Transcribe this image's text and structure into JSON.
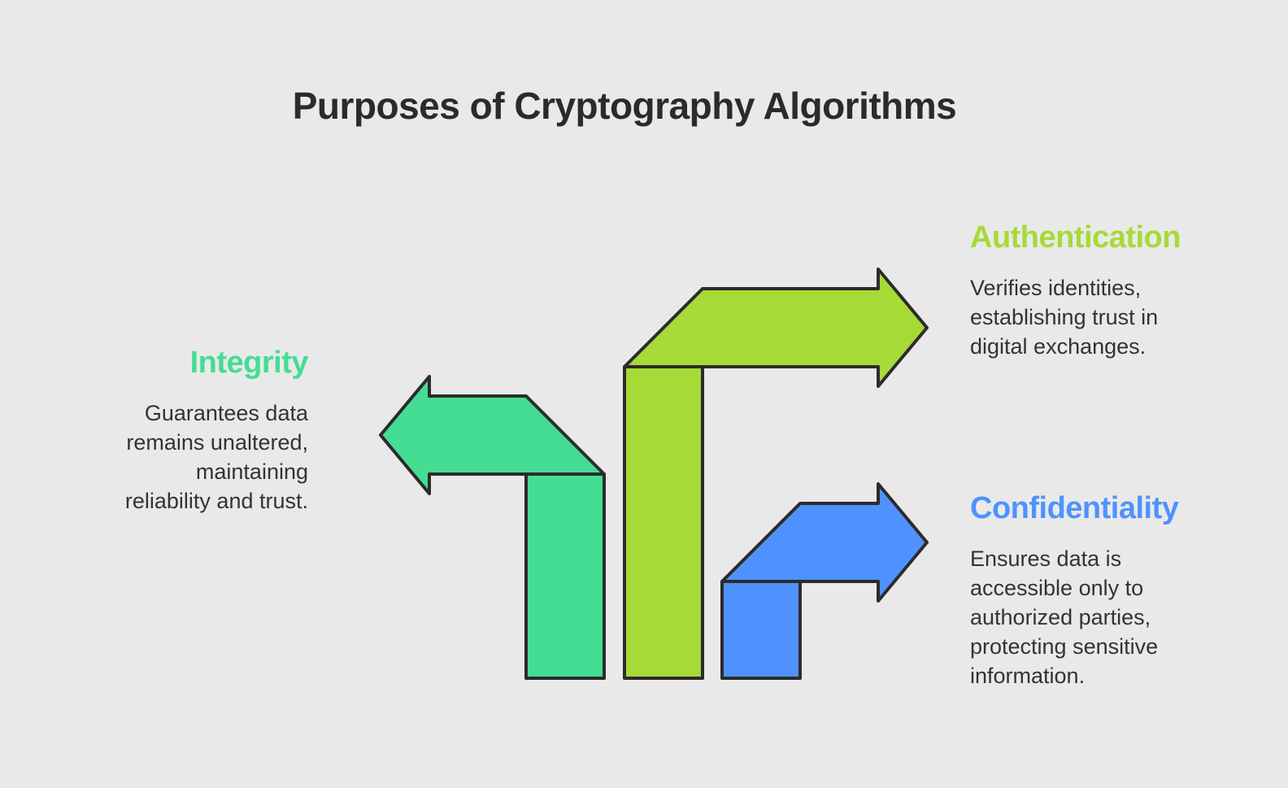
{
  "title": "Purposes of Cryptography Algorithms",
  "colors": {
    "background": "#e9e9e9",
    "stroke": "#2b2b2b",
    "integrity": "#44dd93",
    "authentication": "#a6da36",
    "confidentiality": "#4f92fd"
  },
  "items": [
    {
      "id": "integrity",
      "heading": "Integrity",
      "color": "#44dd93",
      "direction": "left",
      "description_lines": [
        "Guarantees data",
        "remains unaltered,",
        "maintaining",
        "reliability and trust."
      ]
    },
    {
      "id": "authentication",
      "heading": "Authentication",
      "color": "#a6da36",
      "direction": "right",
      "description_lines": [
        "Verifies identities,",
        "establishing trust in",
        "digital exchanges."
      ]
    },
    {
      "id": "confidentiality",
      "heading": "Confidentiality",
      "color": "#4f92fd",
      "direction": "right",
      "description_lines": [
        "Ensures data is",
        "accessible only to",
        "authorized parties,",
        "protecting sensitive",
        "information."
      ]
    }
  ]
}
